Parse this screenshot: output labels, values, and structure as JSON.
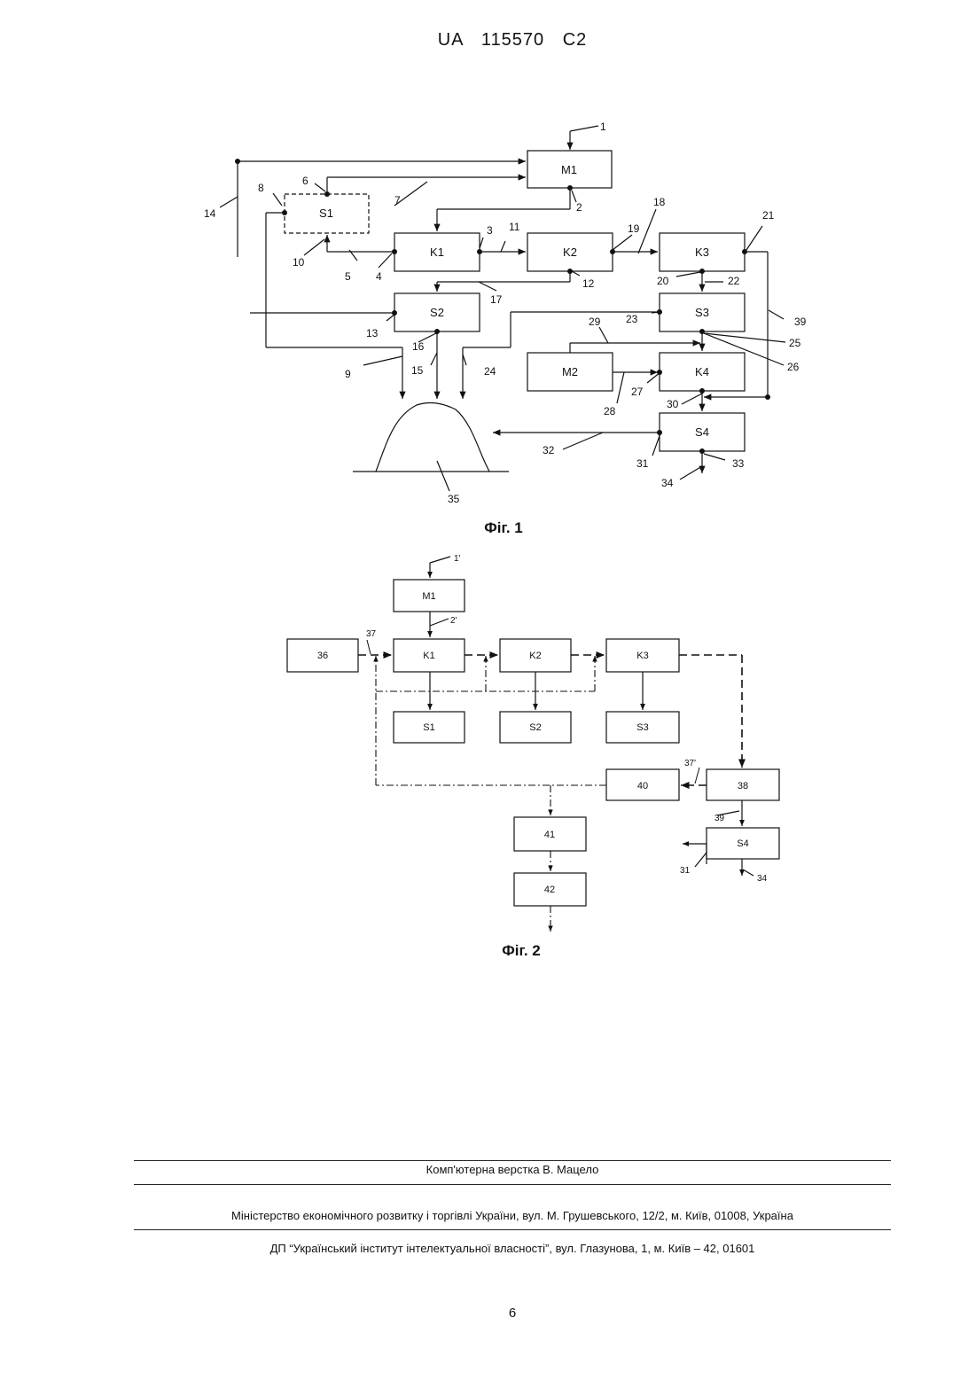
{
  "header": {
    "doc_id": "UA 115570 C2"
  },
  "fig1": {
    "caption": "Фіг. 1",
    "blocks": {
      "M1": "M1",
      "S1": "S1",
      "K1": "K1",
      "K2": "K2",
      "K3": "K3",
      "S2": "S2",
      "S3": "S3",
      "M2": "M2",
      "K4": "K4",
      "S4": "S4"
    },
    "refs": [
      "1",
      "2",
      "3",
      "4",
      "5",
      "6",
      "7",
      "8",
      "9",
      "10",
      "11",
      "12",
      "13",
      "14",
      "15",
      "16",
      "17",
      "18",
      "19",
      "20",
      "21",
      "22",
      "23",
      "24",
      "25",
      "26",
      "27",
      "28",
      "29",
      "30",
      "31",
      "32",
      "33",
      "34",
      "35",
      "39"
    ]
  },
  "fig2": {
    "caption": "Фіг. 2",
    "blocks": {
      "M1": "M1",
      "K1": "K1",
      "K2": "K2",
      "K3": "K3",
      "S1": "S1",
      "S2": "S2",
      "S3": "S3",
      "b36": "36",
      "b38": "38",
      "b40": "40",
      "b41": "41",
      "b42": "42",
      "S4": "S4"
    },
    "refs": [
      "1'",
      "2'",
      "37",
      "37'",
      "39",
      "31",
      "34"
    ]
  },
  "footer": {
    "typesetting": "Комп'ютерна верстка В. Мацело",
    "ministry": "Міністерство економічного розвитку і торгівлі України, вул. М. Грушевського, 12/2, м. Київ, 01008, Україна",
    "institute": "ДП “Український інститут інтелектуальної власності”, вул. Глазунова, 1, м. Київ – 42, 01601"
  },
  "page_number": "6"
}
